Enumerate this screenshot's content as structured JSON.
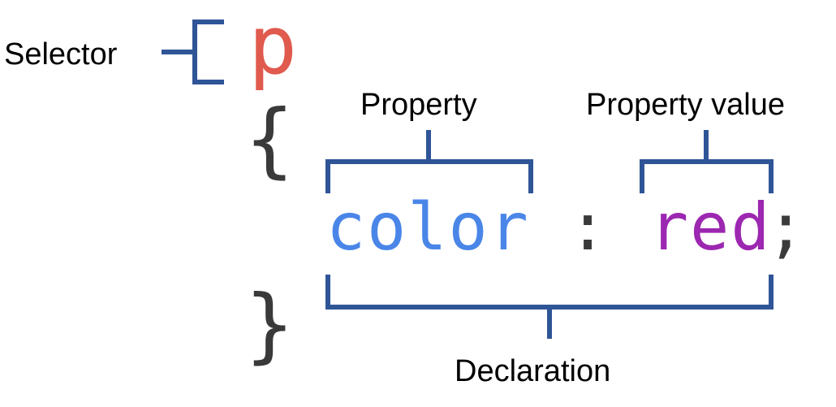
{
  "labels": {
    "selector": "Selector",
    "property": "Property",
    "property_value": "Property value",
    "declaration": "Declaration"
  },
  "code": {
    "selector": "p",
    "open_brace": "{",
    "property": "color",
    "colon": ":",
    "value": "red",
    "semicolon": ";",
    "close_brace": "}"
  },
  "colors": {
    "bracket": "#2f5597",
    "selector": "#e05a4e",
    "property": "#4a86e8",
    "value": "#9c27b0",
    "punctuation": "#3a3a3a"
  }
}
